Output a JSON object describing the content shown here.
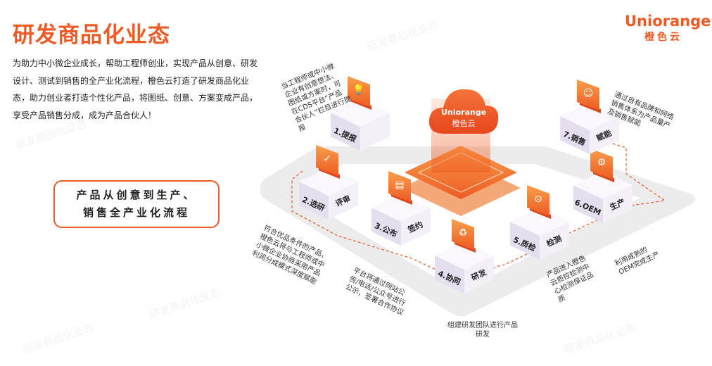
{
  "title": "研发商品化业态",
  "intro": "为助力中小微企业成长，帮助工程师创业，实现产品从创意、研发设计、测试到销售的全产业化流程，橙色云打造了研发商品化业态，助力创业者打造个性化产品，将图纸、创意、方案变成产品，享受产品销售分成，成为产品合伙人！",
  "slogan": {
    "line1": "产品从创意到生产、",
    "line2": "销售全产业化流程"
  },
  "logo": {
    "wordmark": "Uniorange",
    "cn": "橙色云"
  },
  "center": {
    "wordmark": "Uniorange",
    "cn": "橙色云"
  },
  "colors": {
    "accent": "#ee5a24",
    "accent_light": "#f39a4a",
    "track": "#e6e6e6",
    "box": "#ebe7f2",
    "box_top": "#f7f5fb"
  },
  "steps": [
    {
      "label": "1.提报",
      "sub": "",
      "icon": "lightbulb-icon"
    },
    {
      "label": "2.选研",
      "sub": "评审",
      "icon": "check-shield-icon"
    },
    {
      "label": "3.公布",
      "sub": "签约",
      "icon": "document-icon"
    },
    {
      "label": "4.协同",
      "sub": "研发",
      "icon": "recycle-icon"
    },
    {
      "label": "5.质检",
      "sub": "检测",
      "icon": "inspection-icon"
    },
    {
      "label": "6.OEM",
      "sub": "生产",
      "icon": "gear-icon"
    },
    {
      "label": "7.销售",
      "sub": "赋能",
      "icon": "team-icon"
    }
  ],
  "notes": {
    "step1": "当工程师或中小微企业有创意想法、图纸或方案时，可在CDS平台“产品合伙人”栏目进行提报",
    "step2": "符合优品条件的产品，橙色云将与工程师或中小微企业协商采用产品利润分成模式深度赋能",
    "step3": "平台将通过网站公告/电话/公众号进行公示，签署合作协议",
    "step4": "组建研发团队进行产品研发",
    "step5": "产品进入橙色云质控检测中心检测保证品质",
    "step6": "利用成熟的OEM完成生产",
    "step7": "通过自有品牌和网络销售体系为产品量产及销售赋能"
  },
  "watermark": "研发商品化业态"
}
